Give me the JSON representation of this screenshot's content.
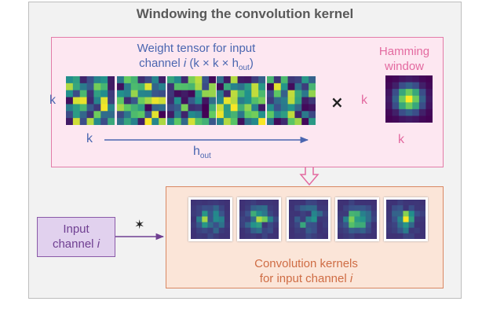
{
  "title": "Windowing the convolution kernel",
  "weight": {
    "line1": "Weight tensor for input",
    "line2_pre": "channel ",
    "line2_i": "i",
    "line2_post": " (k × k × h",
    "line2_sub": "out",
    "line2_end": ")",
    "k_vertical": "k",
    "k_horizontal": "k",
    "hout_main": "h",
    "hout_sub": "out"
  },
  "hamming": {
    "line1": "Hamming",
    "line2": "window",
    "k_left": "k",
    "k_bottom": "k"
  },
  "multiply_symbol": "×",
  "convolve_symbol": "✶",
  "input": {
    "line1": "Input",
    "line2_pre": "channel ",
    "line2_i": "i"
  },
  "conv": {
    "line1": "Convolution kernels",
    "line2_pre": "for input channel ",
    "line2_i": "i"
  },
  "colors": {
    "weight_border": "#e37ca8",
    "conv_border": "#d98863",
    "input_border": "#8a5aa8",
    "arrow_blue": "#4a66b0",
    "arrow_pink": "#e36aa0",
    "arrow_purple": "#6f3f91",
    "viridis_low": "#440154",
    "viridis_high": "#fde725"
  }
}
